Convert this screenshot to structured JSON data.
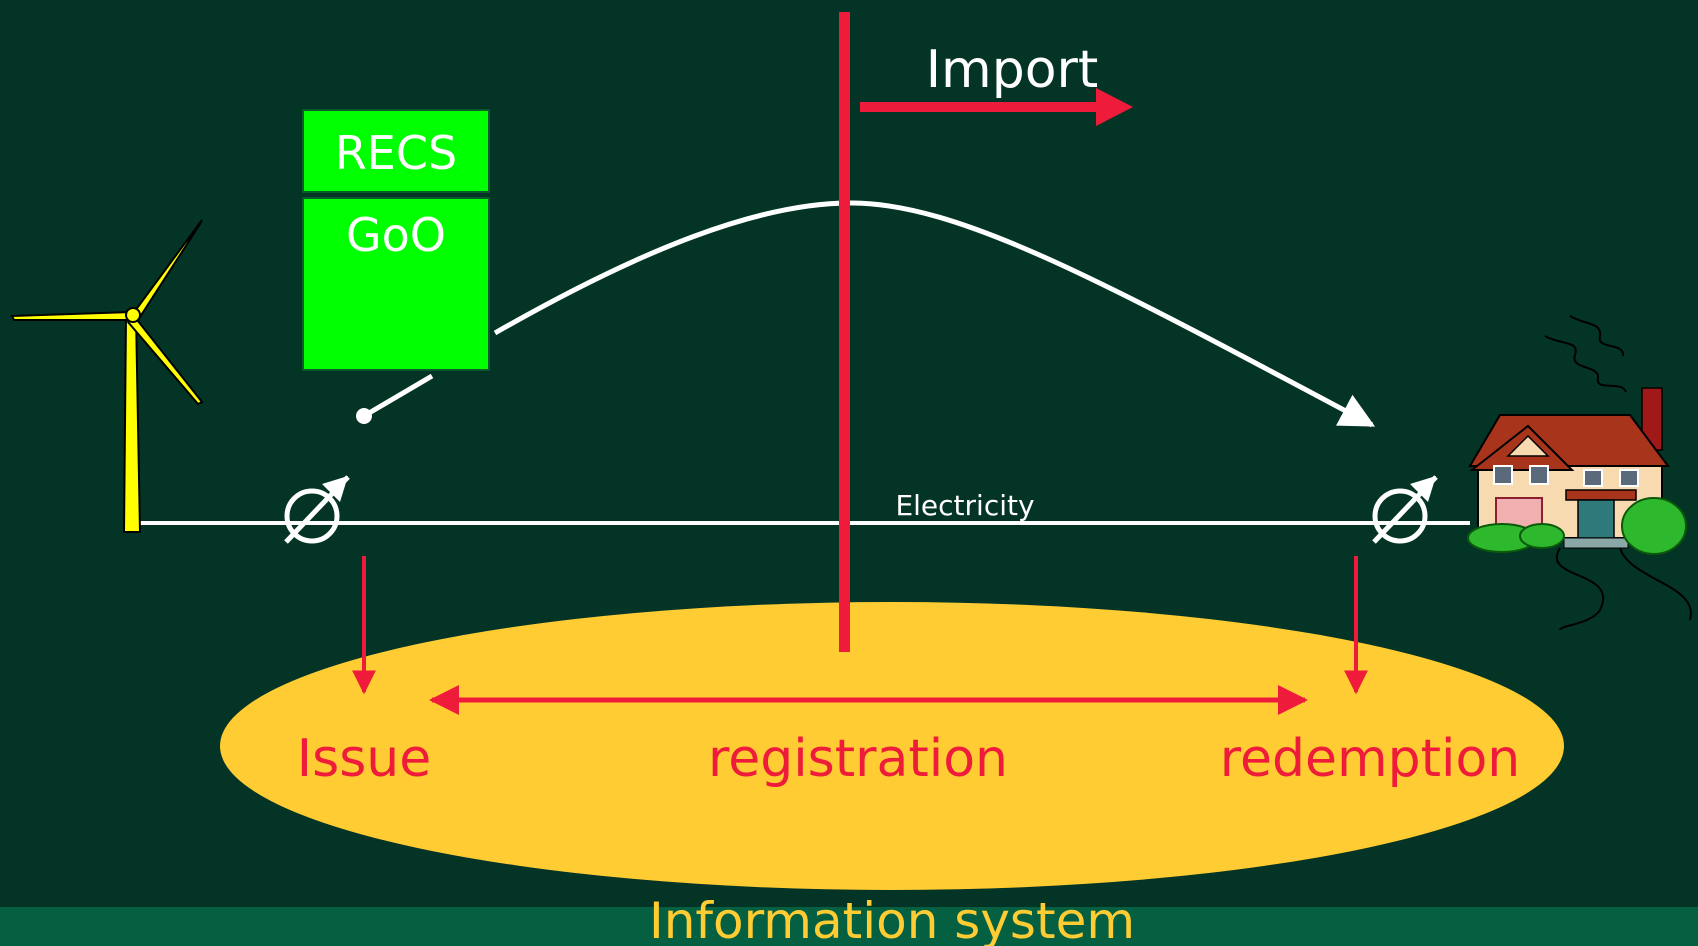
{
  "diagram": {
    "import_label": "Import",
    "certificate_top": "RECS",
    "certificate_bottom": "GoO",
    "electricity_label": "Electricity",
    "issue_label": "Issue",
    "registration_label": "registration",
    "redemption_label": "redemption",
    "footer_label": "Information system"
  },
  "colors": {
    "background": "#043425",
    "footer_band": "#046040",
    "ellipse": "#FFCC33",
    "red": "#EE1C3A",
    "green_box": "#00FF00",
    "white": "#FFFFFF",
    "turbine_blade": "#FFFF00"
  },
  "icons": {
    "turbine": "wind-turbine-icon",
    "house": "house-icon",
    "meter": "meter-icon"
  }
}
